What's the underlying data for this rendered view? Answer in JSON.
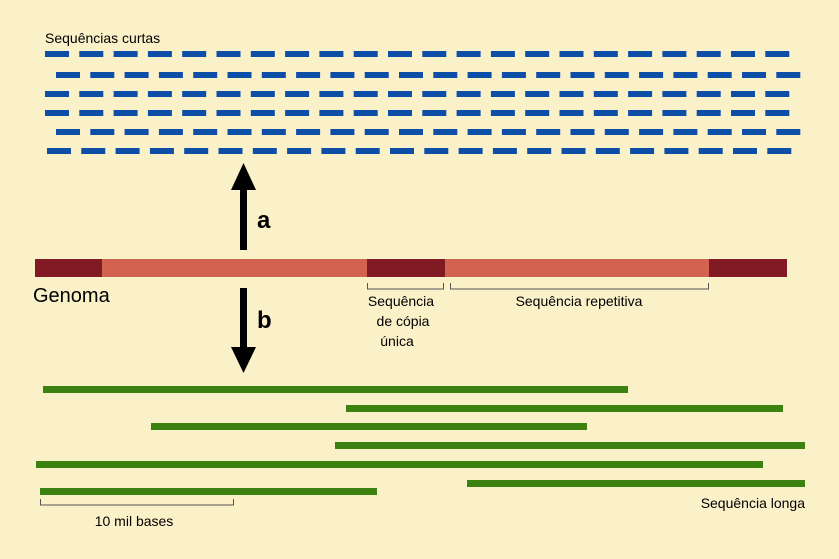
{
  "colors": {
    "background": "#fbf1c9",
    "short_read": "#0d4ea6",
    "long_read": "#3c8211",
    "genome_repeat": "#d26350",
    "genome_unique": "#801a23",
    "arrow": "#000000"
  },
  "labels": {
    "short_reads": "Sequências curtas",
    "arrow_a": "a",
    "arrow_b": "b",
    "genome": "Genoma",
    "unique_seq_line1": "Sequência",
    "unique_seq_line2": "de cópia",
    "unique_seq_line3": "única",
    "repetitive_seq": "Sequência repetitiva",
    "long_read": "Sequência longa",
    "scale_bar": "10 mil bases"
  },
  "icons": {
    "up_arrow": "arrow-up-icon",
    "down_arrow": "arrow-down-icon"
  }
}
